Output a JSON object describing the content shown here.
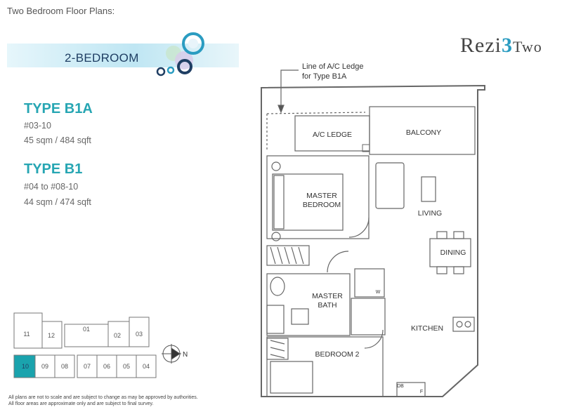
{
  "page": {
    "title": "Two Bedroom Floor Plans:"
  },
  "banner": {
    "label": "2-BEDROOM"
  },
  "brand": {
    "prefix": "Rezi",
    "num": "3",
    "suffix": "Two"
  },
  "types": [
    {
      "name": "TYPE B1A",
      "units": "#03-10",
      "area": "45 sqm / 484 sqft"
    },
    {
      "name": "TYPE B1",
      "units": "#04 to #08-10",
      "area": "44 sqm / 474 sqft"
    }
  ],
  "keyplan": {
    "units": [
      "11",
      "12",
      "01",
      "02",
      "03",
      "10",
      "09",
      "08",
      "07",
      "06",
      "05",
      "04"
    ],
    "highlighted": "10",
    "highlight_color": "#1aa3ad",
    "compass": "N"
  },
  "floorplan": {
    "ledge_note_line1": "Line of A/C Ledge",
    "ledge_note_line2": "for Type B1A",
    "rooms": {
      "ac_ledge": "A/C LEDGE",
      "balcony": "BALCONY",
      "master_bedroom_1": "MASTER",
      "master_bedroom_2": "BEDROOM",
      "living": "LIVING",
      "dining": "DINING",
      "master_bath_1": "MASTER",
      "master_bath_2": "BATH",
      "kitchen": "KITCHEN",
      "bedroom2": "BEDROOM 2",
      "w": "W",
      "db": "DB",
      "f": "F"
    }
  },
  "disclaimer": {
    "line1": "All plans are not to scale and are subject to change as may be approved by authorities.",
    "line2": "All floor areas are approximate only and are subject to final survey."
  }
}
